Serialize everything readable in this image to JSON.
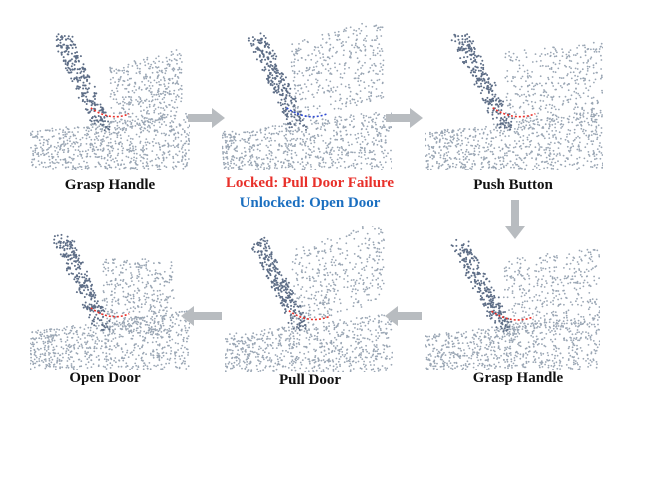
{
  "steps": [
    {
      "id": "grasp-handle-1",
      "label": "Grasp Handle",
      "trajectory_color": "#e8302a"
    },
    {
      "id": "pull-door-failure",
      "label": "",
      "trajectory_color": "#2f4bd1"
    },
    {
      "id": "push-button",
      "label": "Push Button",
      "trajectory_color": "#e8302a"
    },
    {
      "id": "grasp-handle-2",
      "label": "Grasp Handle",
      "trajectory_color": "#e8302a"
    },
    {
      "id": "pull-door",
      "label": "Pull Door",
      "trajectory_color": "#e8302a"
    },
    {
      "id": "open-door",
      "label": "Open Door",
      "trajectory_color": "#e8302a"
    }
  ],
  "status": {
    "locked": {
      "text": "Locked: Pull Door Failure",
      "color": "#e8302a"
    },
    "unlocked": {
      "text": "Unlocked: Open Door",
      "color": "#1b6fc0"
    }
  },
  "colors": {
    "arrow": "#b8bcc0",
    "points": "#9aa6b4",
    "points_dark": "#5d6d86"
  }
}
